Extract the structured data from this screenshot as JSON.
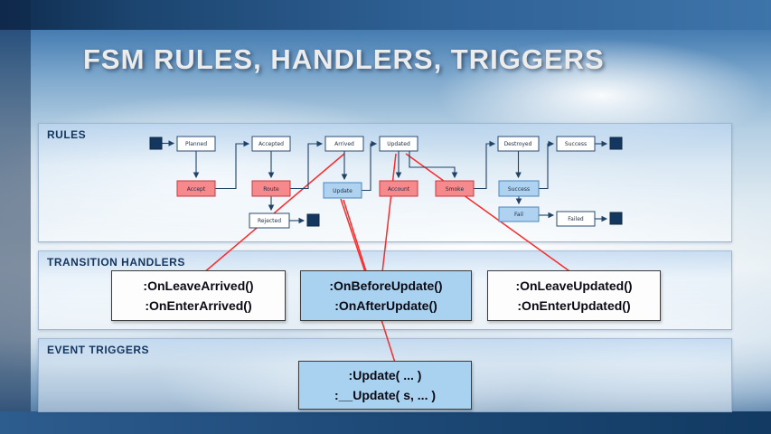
{
  "slide": {
    "title": "FSM RULES, HANDLERS, TRIGGERS"
  },
  "panels": {
    "rules_label": "RULES",
    "handlers_label": "TRANSITION HANDLERS",
    "triggers_label": "EVENT TRIGGERS"
  },
  "diagram": {
    "states": {
      "planned": "Planned",
      "accepted": "Accepted",
      "arrived": "Arrived",
      "updated": "Updated",
      "destroyed": "Destroyed",
      "success": "Success",
      "rejected": "Rejected",
      "failed": "Failed"
    },
    "actions": {
      "accept": "Accept",
      "route": "Route",
      "update": "Update",
      "account": "Account",
      "smoke": "Smoke",
      "success": "Success",
      "fail": "Fail"
    }
  },
  "handler_boxes": {
    "arrived": {
      "line1": ":OnLeaveArrived()",
      "line2": ":OnEnterArrived()"
    },
    "update": {
      "line1": ":OnBeforeUpdate()",
      "line2": ":OnAfterUpdate()"
    },
    "updated": {
      "line1": ":OnLeaveUpdated()",
      "line2": ":OnEnterUpdated()"
    }
  },
  "trigger_box": {
    "line1": ":Update( ... )",
    "line2": ":__Update( s, ... )"
  },
  "colors": {
    "state_fill": "#ffffff",
    "action_red_fill": "#f5898c",
    "action_blue_fill": "#aed2f0",
    "terminal_fill": "#14375f",
    "flow_arrow": "#1f4265",
    "connector_red": "#fb2b2b"
  }
}
